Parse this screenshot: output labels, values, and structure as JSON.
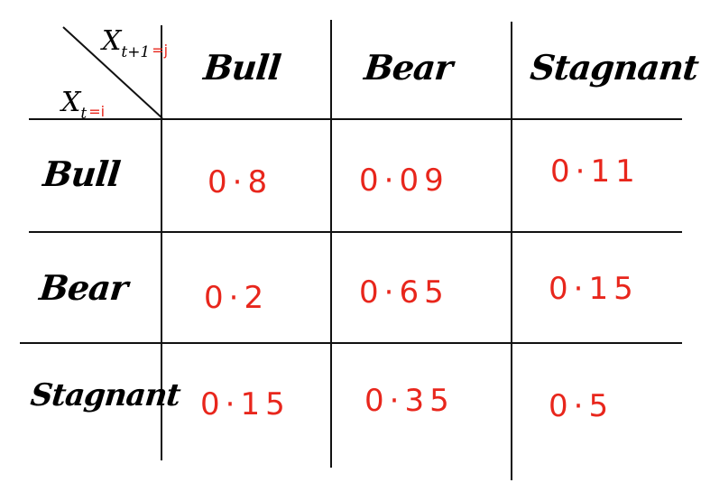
{
  "corner": {
    "next_state_var": "X",
    "next_state_sub": "t+1",
    "next_state_eq": "=j",
    "current_state_var": "X",
    "current_state_sub": "t",
    "current_state_eq": "=i"
  },
  "columns": [
    "Bull",
    "Bear",
    "Stagnant"
  ],
  "rows": [
    {
      "label": "Bull",
      "values": [
        "0·8",
        "0·09",
        "0·11"
      ]
    },
    {
      "label": "Bear",
      "values": [
        "0·2",
        "0·65",
        "0·15"
      ]
    },
    {
      "label": "Stagnant",
      "values": [
        "0·15",
        "0·35",
        "0·5"
      ]
    }
  ],
  "colors": {
    "ink": "#000000",
    "values": "#e8261c"
  }
}
